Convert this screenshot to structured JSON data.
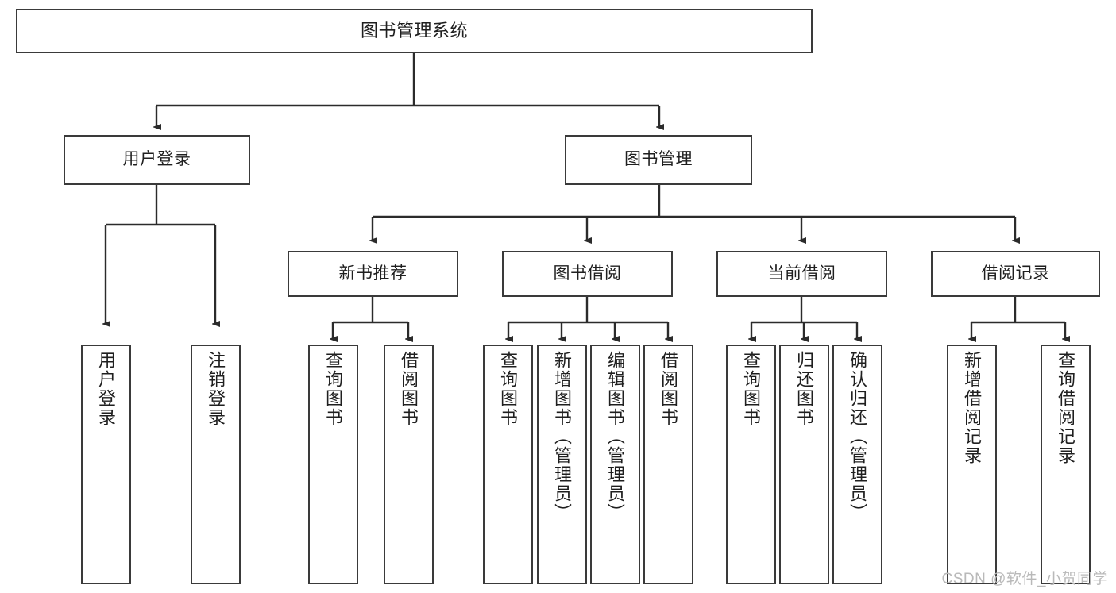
{
  "diagram": {
    "title": "图书管理系统",
    "type": "tree-hierarchy-diagram",
    "watermark": "CSDN @软件_小贺同学",
    "colors": {
      "border": "#3a3a3a",
      "text": "#1f1f1f",
      "background": "#ffffff",
      "watermark": "#b9b9b9"
    },
    "nodes": {
      "root": {
        "label": "图书管理系统"
      },
      "level2": [
        {
          "label": "用户登录"
        },
        {
          "label": "图书管理"
        }
      ],
      "level3": [
        {
          "label": "新书推荐"
        },
        {
          "label": "图书借阅"
        },
        {
          "label": "当前借阅"
        },
        {
          "label": "借阅记录"
        }
      ],
      "leaves_user_login": [
        {
          "label": "用户登录"
        },
        {
          "label": "注销登录"
        }
      ],
      "leaves_new_book": [
        {
          "label": "查询图书"
        },
        {
          "label": "借阅图书"
        }
      ],
      "leaves_borrow": [
        {
          "label": "查询图书"
        },
        {
          "label": "新增图书（管理员）"
        },
        {
          "label": "编辑图书（管理员）"
        },
        {
          "label": "借阅图书"
        }
      ],
      "leaves_current": [
        {
          "label": "查询图书"
        },
        {
          "label": "归还图书"
        },
        {
          "label": "确认归还（管理员）"
        }
      ],
      "leaves_record": [
        {
          "label": "新增借阅记录"
        },
        {
          "label": "查询借阅记录"
        }
      ]
    }
  }
}
